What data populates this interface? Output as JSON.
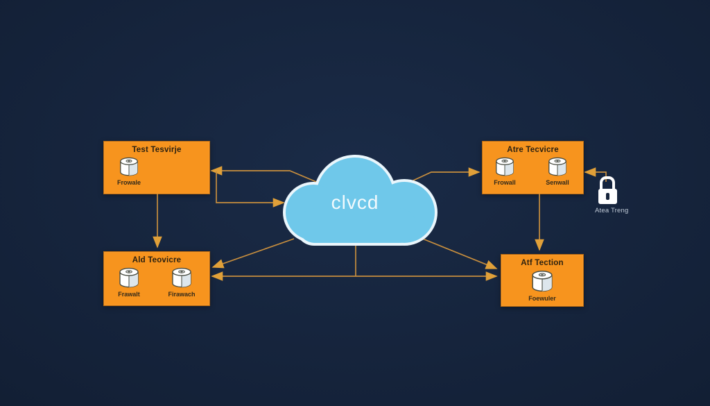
{
  "diagram": {
    "cloud": {
      "label": "clvcd"
    },
    "nodes": {
      "top_left": {
        "title": "Test Tesvirje",
        "items": [
          {
            "icon": "database-icon",
            "label": "Frowale"
          }
        ]
      },
      "top_right": {
        "title": "Atre Tecvicre",
        "items": [
          {
            "icon": "database-icon",
            "label": "Frowall"
          },
          {
            "icon": "database-icon",
            "label": "Senwall"
          }
        ]
      },
      "bottom_left": {
        "title": "Ald Teovicre",
        "items": [
          {
            "icon": "database-icon",
            "label": "Frawalt"
          },
          {
            "icon": "database-icon",
            "label": "Firawach"
          }
        ]
      },
      "bottom_right": {
        "title": "Atf Tection",
        "items": [
          {
            "icon": "database-icon",
            "label": "Foewuler"
          }
        ]
      }
    },
    "lock": {
      "icon": "lock-icon",
      "label": "Atea Treng"
    },
    "colors": {
      "background": "#13203a",
      "node_fill": "#F7941E",
      "connector": "#C78E3E",
      "arrowhead": "#E0A039",
      "cloud_fill": "#6FC8EA",
      "cloud_outline": "#EAF6FC",
      "cloud_text": "#F2FAFD"
    }
  }
}
